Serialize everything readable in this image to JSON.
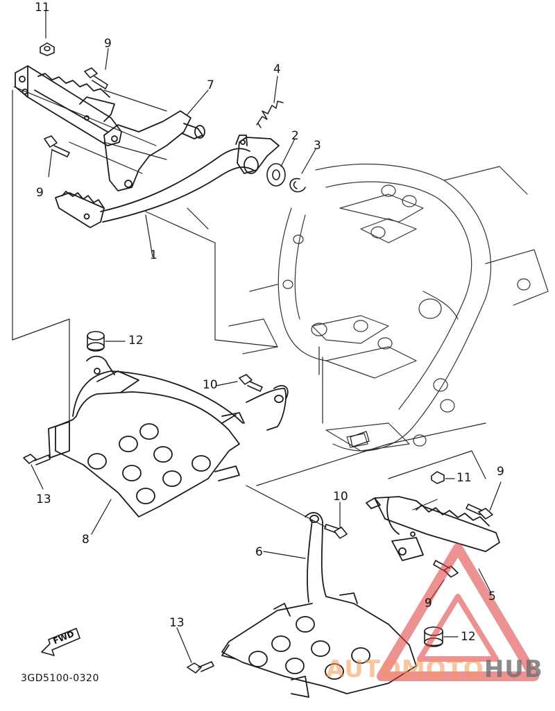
{
  "diagram": {
    "part_numbers": {
      "p1": "1",
      "p2": "2",
      "p3": "3",
      "p4": "4",
      "p5": "5",
      "p6": "6",
      "p7": "7",
      "p8": "8",
      "p9a": "9",
      "p9b": "9",
      "p9c": "9",
      "p9d": "9",
      "p10a": "10",
      "p10b": "10",
      "p11a": "11",
      "p11b": "11",
      "p12a": "12",
      "p12b": "12",
      "p13a": "13",
      "p13b": "13"
    },
    "fwd_label": "FWD",
    "catalog_code": "3GD5100-0320"
  },
  "watermark": {
    "part_a": "AUTOMOTO",
    "part_b": "HUB"
  },
  "colors": {
    "line": "#1a1a1a",
    "watermark_red": "#e03a3a",
    "watermark_orange": "#f19650",
    "watermark_gray": "#6e6e6e"
  }
}
